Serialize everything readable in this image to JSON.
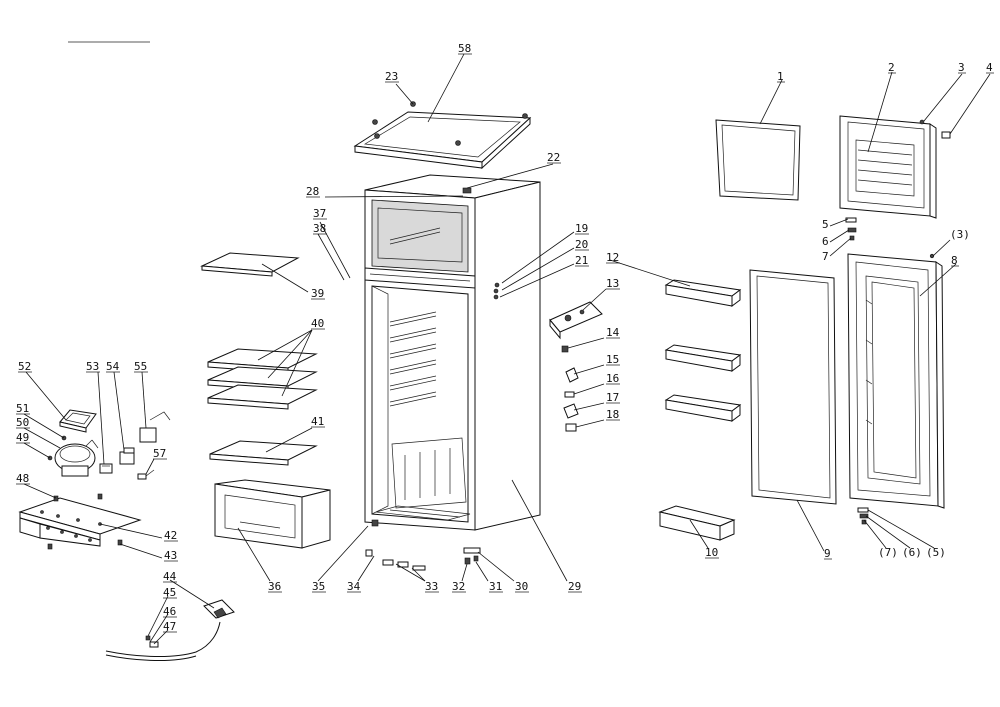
{
  "diagram": {
    "part_labels": [
      "58",
      "23",
      "22",
      "28",
      "37",
      "38",
      "39",
      "40",
      "41",
      "36",
      "35",
      "34",
      "33",
      "32",
      "31",
      "30",
      "29",
      "19",
      "20",
      "21",
      "12",
      "13",
      "14",
      "15",
      "16",
      "17",
      "18",
      "10",
      "9",
      "1",
      "2",
      "3",
      "4",
      "5",
      "6",
      "7",
      "(3)",
      "8",
      "(7)",
      "(6)",
      "(5)",
      "52",
      "53",
      "54",
      "55",
      "51",
      "50",
      "49",
      "57",
      "48",
      "42",
      "43",
      "44",
      "45",
      "46",
      "47"
    ]
  }
}
